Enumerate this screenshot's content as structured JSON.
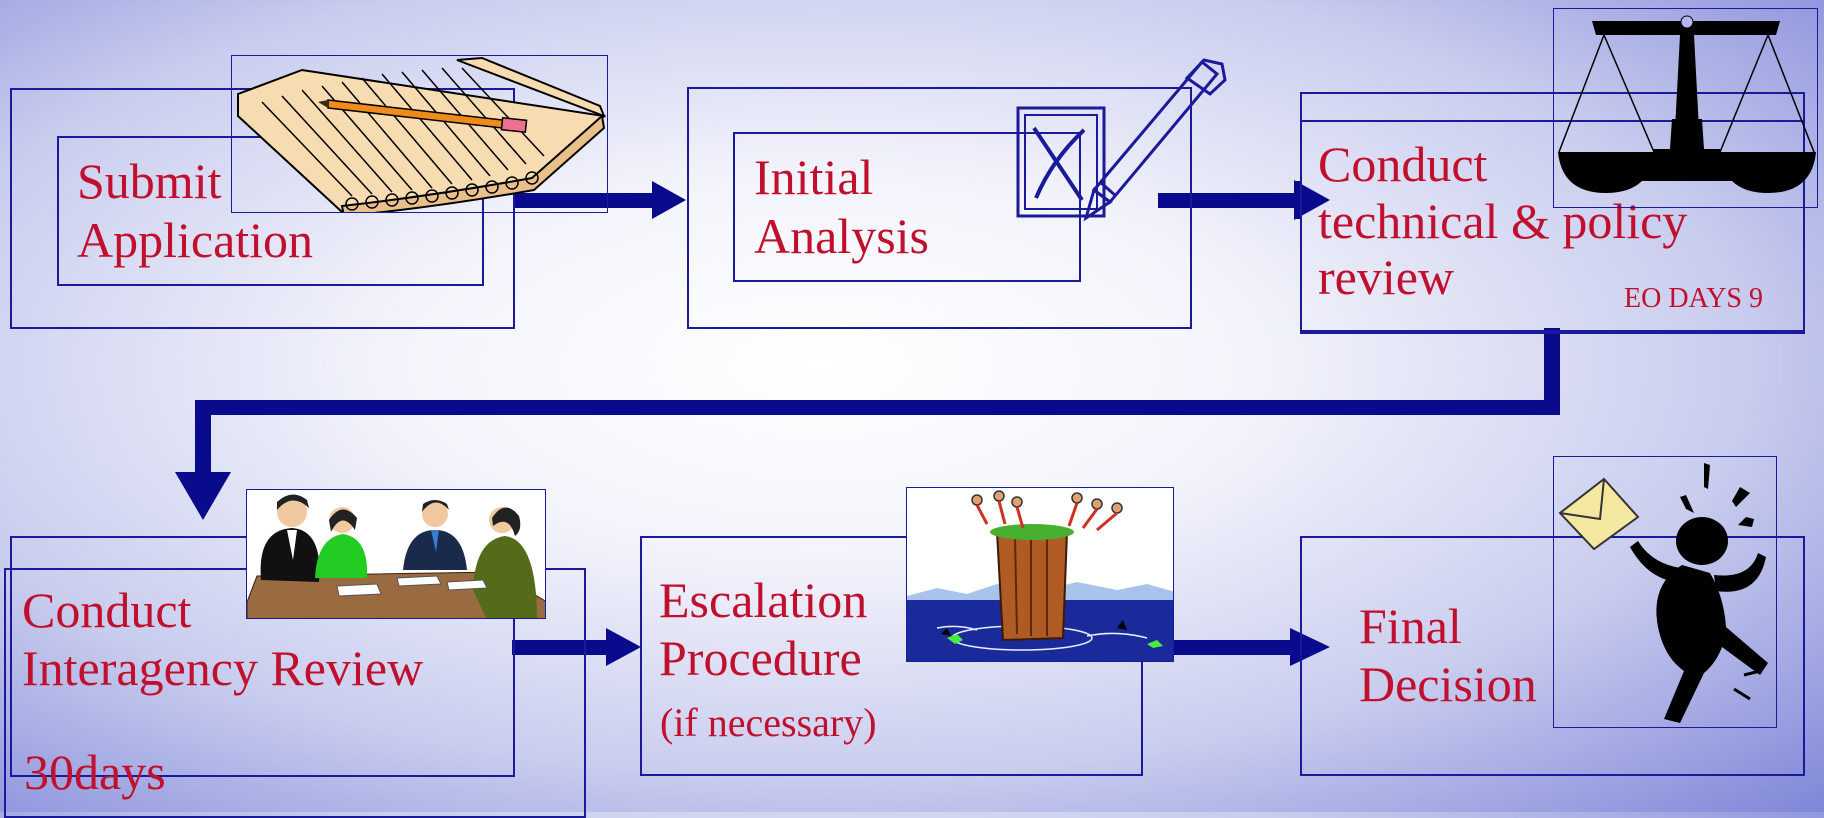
{
  "steps": {
    "submit": "Submit\nApplication",
    "initial": "Initial\nAnalysis",
    "conduct_review": "Conduct\ntechnical & policy\nreview",
    "eo_days": "EO DAYS 9",
    "interagency": "Conduct\nInteragency Review",
    "interagency_days": "30days",
    "escalation": "Escalation\nProcedure",
    "escalation_note": "(if necessary)",
    "final": "Final\nDecision"
  },
  "colors": {
    "arrow": "#0a0a8c",
    "box_border": "#1a1a9a",
    "text": "#c0102e"
  },
  "icons": [
    "notepad-pencil-icon",
    "ballot-pen-icon",
    "scales-icon",
    "meeting-icon",
    "cliff-icon",
    "person-letter-icon"
  ]
}
